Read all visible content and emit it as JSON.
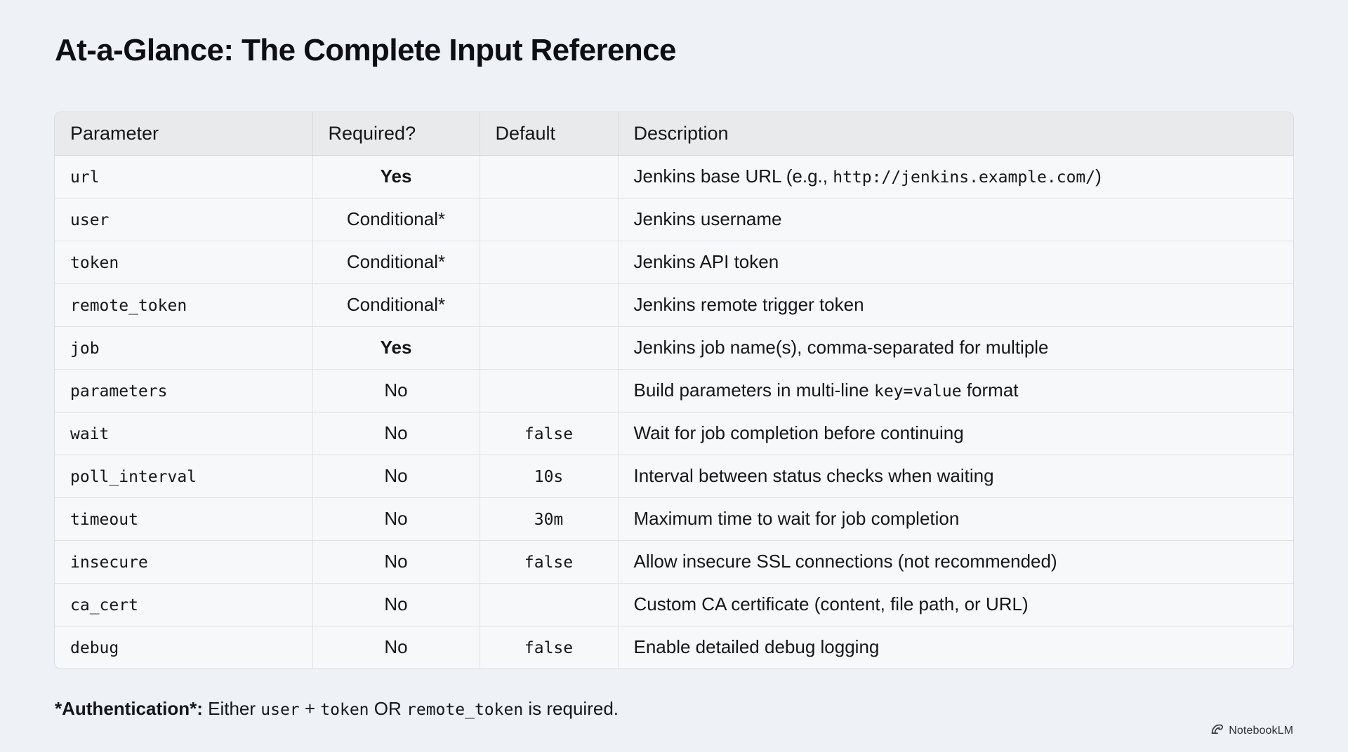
{
  "page": {
    "title": "At-a-Glance: The Complete Input Reference",
    "background_color": "#eef1f5",
    "text_color": "#14161a"
  },
  "table": {
    "columns": [
      "Parameter",
      "Required?",
      "Default",
      "Description"
    ],
    "rows": [
      {
        "parameter": "url",
        "required": "Yes",
        "required_emphasis": "bold",
        "default": "",
        "description_parts": [
          {
            "text": "Jenkins base URL (e.g., ",
            "style": "normal"
          },
          {
            "text": "http://jenkins.example.com/",
            "style": "mono"
          },
          {
            "text": ")",
            "style": "normal"
          }
        ]
      },
      {
        "parameter": "user",
        "required": "Conditional*",
        "required_emphasis": "normal",
        "default": "",
        "description_parts": [
          {
            "text": "Jenkins username",
            "style": "normal"
          }
        ]
      },
      {
        "parameter": "token",
        "required": "Conditional*",
        "required_emphasis": "normal",
        "default": "",
        "description_parts": [
          {
            "text": "Jenkins API token",
            "style": "normal"
          }
        ]
      },
      {
        "parameter": "remote_token",
        "required": "Conditional*",
        "required_emphasis": "normal",
        "default": "",
        "description_parts": [
          {
            "text": "Jenkins remote trigger token",
            "style": "normal"
          }
        ]
      },
      {
        "parameter": "job",
        "required": "Yes",
        "required_emphasis": "bold",
        "default": "",
        "description_parts": [
          {
            "text": "Jenkins job name(s), comma-separated for multiple",
            "style": "normal"
          }
        ]
      },
      {
        "parameter": "parameters",
        "required": "No",
        "required_emphasis": "normal",
        "default": "",
        "description_parts": [
          {
            "text": "Build parameters in multi-line ",
            "style": "normal"
          },
          {
            "text": "key=value",
            "style": "mono"
          },
          {
            "text": " format",
            "style": "normal"
          }
        ]
      },
      {
        "parameter": "wait",
        "required": "No",
        "required_emphasis": "normal",
        "default": "false",
        "description_parts": [
          {
            "text": "Wait for job completion before continuing",
            "style": "normal"
          }
        ]
      },
      {
        "parameter": "poll_interval",
        "required": "No",
        "required_emphasis": "normal",
        "default": "10s",
        "description_parts": [
          {
            "text": "Interval between status checks when waiting",
            "style": "normal"
          }
        ]
      },
      {
        "parameter": "timeout",
        "required": "No",
        "required_emphasis": "normal",
        "default": "30m",
        "description_parts": [
          {
            "text": "Maximum time to wait for job completion",
            "style": "normal"
          }
        ]
      },
      {
        "parameter": "insecure",
        "required": "No",
        "required_emphasis": "normal",
        "default": "false",
        "description_parts": [
          {
            "text": "Allow insecure SSL connections (not recommended)",
            "style": "normal"
          }
        ]
      },
      {
        "parameter": "ca_cert",
        "required": "No",
        "required_emphasis": "normal",
        "default": "",
        "description_parts": [
          {
            "text": "Custom CA certificate (content, file path, or URL)",
            "style": "normal"
          }
        ]
      },
      {
        "parameter": "debug",
        "required": "No",
        "required_emphasis": "normal",
        "default": "false",
        "description_parts": [
          {
            "text": "Enable detailed debug logging",
            "style": "normal"
          }
        ]
      }
    ],
    "header_background": "#e9eaec",
    "row_background": "#f6f8fa",
    "border_color": "#dfe3e8"
  },
  "footnote_parts": [
    {
      "text": "*Authentication*:",
      "style": "bold"
    },
    {
      "text": " Either ",
      "style": "normal"
    },
    {
      "text": "user",
      "style": "mono"
    },
    {
      "text": " + ",
      "style": "normal"
    },
    {
      "text": "token",
      "style": "mono"
    },
    {
      "text": " OR ",
      "style": "normal"
    },
    {
      "text": "remote_token",
      "style": "mono"
    },
    {
      "text": " is required.",
      "style": "normal"
    }
  ],
  "watermark": {
    "text": "NotebookLM",
    "icon": "notebooklm-spiral-icon"
  }
}
